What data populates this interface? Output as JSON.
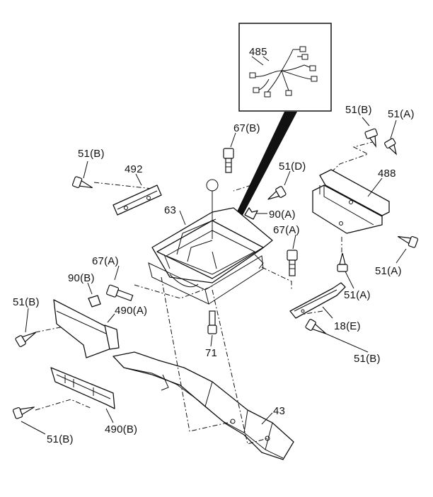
{
  "labels": {
    "l485": "485",
    "l51b_top": "51(B)",
    "l51a_top": "51(A)",
    "l67b": "67(B)",
    "l51b_492": "51(B)",
    "l492": "492",
    "l51d": "51(D)",
    "l488": "488",
    "l63": "63",
    "l90a": "90(A)",
    "l67a_right": "67(A)",
    "l67a_left": "67(A)",
    "l90b": "90(B)",
    "l51a_right": "51(A)",
    "l51a_mid": "51(A)",
    "l51b_left": "51(B)",
    "l490a": "490(A)",
    "l18e": "18(E)",
    "l71": "71",
    "l51b_right": "51(B)",
    "l43": "43",
    "l51b_bottom": "51(B)",
    "l490b": "490(B)"
  }
}
